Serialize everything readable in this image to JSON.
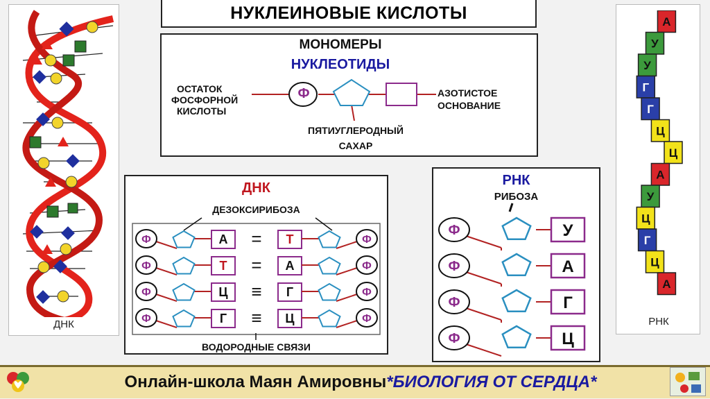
{
  "title": "НУКЛЕИНОВЫЕ КИСЛОТЫ",
  "monomers": {
    "heading": "МОНОМЕРЫ",
    "subheading": "НУКЛЕОТИДЫ",
    "phosphate_label": [
      "ОСТАТОК",
      "ФОСФОРНОЙ",
      "КИСЛОТЫ"
    ],
    "phosphate_symbol": "Ф",
    "base_label": [
      "АЗОТИСТОЕ",
      "ОСНОВАНИЕ"
    ],
    "sugar_label": [
      "ПЯТИУГЛЕРОДНЫЙ",
      "САХАР"
    ]
  },
  "dna_panel": {
    "title": "ДНК",
    "sugar_label": "ДЕЗОКСИРИБОЗА",
    "bonds_label": "ВОДОРОДНЫЕ СВЯЗИ",
    "rows": [
      {
        "left": "А",
        "bond": "=",
        "right": "Т"
      },
      {
        "left": "Т",
        "bond": "=",
        "right": "А"
      },
      {
        "left": "Ц",
        "bond": "≡",
        "right": "Г"
      },
      {
        "left": "Г",
        "bond": "≡",
        "right": "Ц"
      }
    ]
  },
  "rna_panel": {
    "title": "РНК",
    "sugar_label": "РИБОЗА",
    "bases": [
      "У",
      "А",
      "Г",
      "Ц"
    ]
  },
  "left_image_caption": "ДНК",
  "right_image_caption": "РНК",
  "rna_strand_letters": [
    "А",
    "У",
    "У",
    "Г",
    "Г",
    "Ц",
    "Ц",
    "А",
    "У",
    "Ц",
    "Г",
    "Ц",
    "А"
  ],
  "footer": {
    "prefix": "Онлайн-школа Маян Амировны",
    "brand": "*БИОЛОГИЯ ОТ СЕРДЦА*"
  },
  "colors": {
    "phosphate": "#8b2a8b",
    "sugar": "#2a8fc0",
    "base_border": "#8b2a8b",
    "link": "#b22222",
    "dna_text_red": "#c0171f",
    "rna_title": "#1a1aa0"
  }
}
